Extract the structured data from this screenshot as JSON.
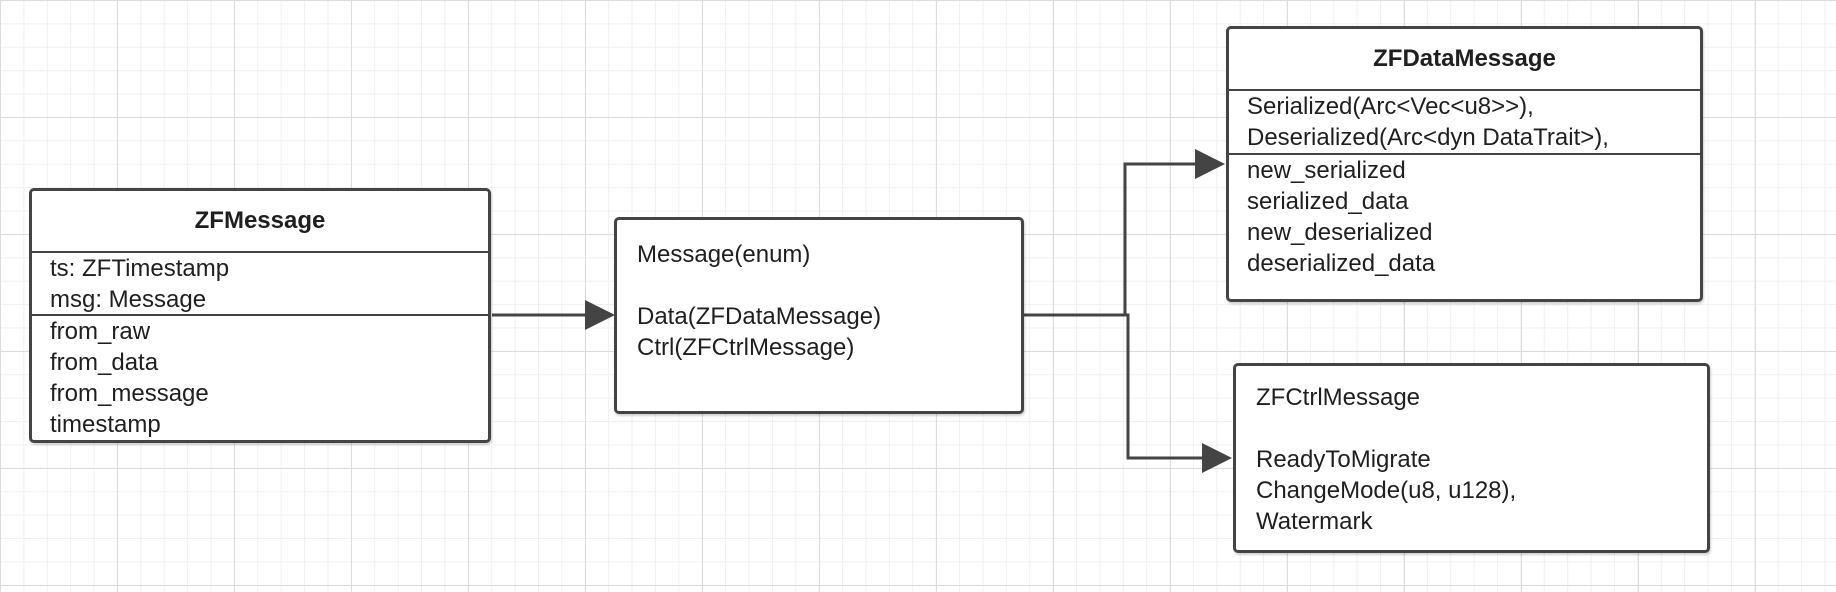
{
  "zfmessage": {
    "title": "ZFMessage",
    "fields": [
      "ts: ZFTimestamp",
      "msg: Message"
    ],
    "methods": [
      "from_raw",
      "from_data",
      "from_message",
      "timestamp"
    ]
  },
  "message": {
    "heading": "Message(enum)",
    "variants": [
      "Data(ZFDataMessage)",
      "Ctrl(ZFCtrlMessage)"
    ]
  },
  "zfdatamessage": {
    "title": "ZFDataMessage",
    "fields": [
      "Serialized(Arc<Vec<u8>>),",
      "Deserialized(Arc<dyn DataTrait>),"
    ],
    "methods": [
      "new_serialized",
      "serialized_data",
      "new_deserialized",
      "deserialized_data"
    ]
  },
  "zfctrlmessage": {
    "heading": "ZFCtrlMessage",
    "variants": [
      "ReadyToMigrate",
      "ChangeMode(u8, u128),",
      "Watermark"
    ]
  },
  "colors": {
    "stroke": "#444444",
    "text": "#1f1f1f",
    "grid": "#dcdcdc"
  }
}
